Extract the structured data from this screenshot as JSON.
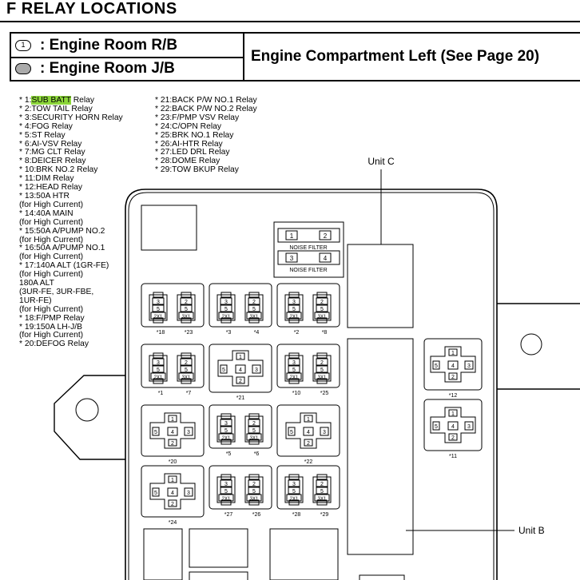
{
  "title": "F   RELAY LOCATIONS",
  "legend": {
    "symbol1_number": "1",
    "row1": ": Engine Room R/B",
    "row2": ": Engine Room J/B",
    "location": "Engine Compartment Left (See Page 20)"
  },
  "relays_left": [
    {
      "pre": "* 1:",
      "hl": "SUB BATT",
      "post": " Relay"
    },
    {
      "pre": "* 2:TOW TAIL Relay"
    },
    {
      "pre": "* 3:SECURITY HORN Relay"
    },
    {
      "pre": "* 4:FOG Relay"
    },
    {
      "pre": "* 5:ST Relay"
    },
    {
      "pre": "* 6:AI-VSV Relay"
    },
    {
      "pre": "* 7:MG CLT Relay"
    },
    {
      "pre": "* 8:DEICER Relay"
    },
    {
      "pre": "* 10:BRK NO.2 Relay"
    },
    {
      "pre": "* 11:DIM Relay"
    },
    {
      "pre": "* 12:HEAD Relay"
    },
    {
      "pre": "* 13:50A HTR"
    },
    {
      "pre": "      (for High Current)"
    },
    {
      "pre": "* 14:40A MAIN"
    },
    {
      "pre": "      (for High Current)"
    },
    {
      "pre": "* 15:50A A/PUMP NO.2"
    },
    {
      "pre": "      (for High Current)"
    },
    {
      "pre": "* 16:50A A/PUMP NO.1"
    },
    {
      "pre": "      (for High Current)"
    },
    {
      "pre": "* 17:140A ALT (1GR-FE)"
    },
    {
      "pre": "      (for High Current)"
    },
    {
      "pre": "      180A ALT"
    },
    {
      "pre": "        (3UR-FE, 3UR-FBE,"
    },
    {
      "pre": "        1UR-FE)"
    },
    {
      "pre": "        (for High Current)"
    },
    {
      "pre": "* 18:F/PMP Relay"
    },
    {
      "pre": "* 19:150A LH-J/B"
    },
    {
      "pre": "      (for High Current)"
    },
    {
      "pre": "* 20:DEFOG Relay"
    }
  ],
  "relays_right": [
    "* 21:BACK P/W NO.1 Relay",
    "* 22:BACK P/W NO.2 Relay",
    "* 23:F/PMP VSV Relay",
    "* 24:C/OPN Relay",
    "* 25:BRK NO.1 Relay",
    "* 26:AI-HTR Relay",
    "* 27:LED DRL Relay",
    "* 28:DOME Relay",
    "* 29:TOW BKUP Relay"
  ],
  "diagram": {
    "unit_c": "Unit C",
    "unit_b": "Unit B",
    "noise_filter": "NOISE FILTER",
    "nf_pins": [
      "1",
      "2",
      "3",
      "4"
    ],
    "slot_labels": [
      "*18",
      "*23",
      "*3",
      "*4",
      "*2",
      "*8",
      "*1",
      "*7",
      "*21",
      "*10",
      "*25",
      "*20",
      "*5",
      "*6",
      "*22",
      "*24",
      "*27",
      "*26",
      "*28",
      "*29",
      "*12",
      "*11"
    ]
  }
}
